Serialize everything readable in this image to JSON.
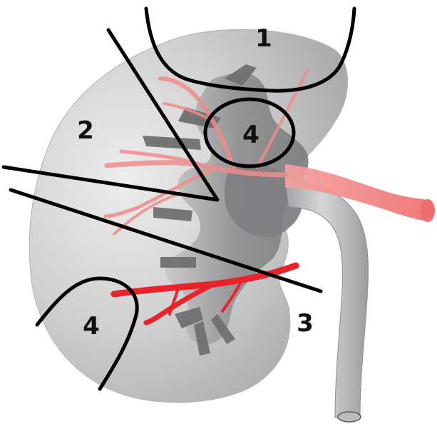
{
  "diagram": {
    "labels": {
      "zone_1": "1",
      "zone_2": "2",
      "zone_3": "3",
      "zone_4_upper": "4",
      "zone_4_lower": "4"
    },
    "colors": {
      "background": "#ffffff",
      "kidney_light": "#e4e4e4",
      "kidney_mid": "#b9b9b9",
      "kidney_dark": "#8f8f90",
      "calyx_dark": "#6e6e70",
      "artery": "#f07a7a",
      "artery_deep": "#e8242a",
      "zone_line": "#000000"
    }
  }
}
